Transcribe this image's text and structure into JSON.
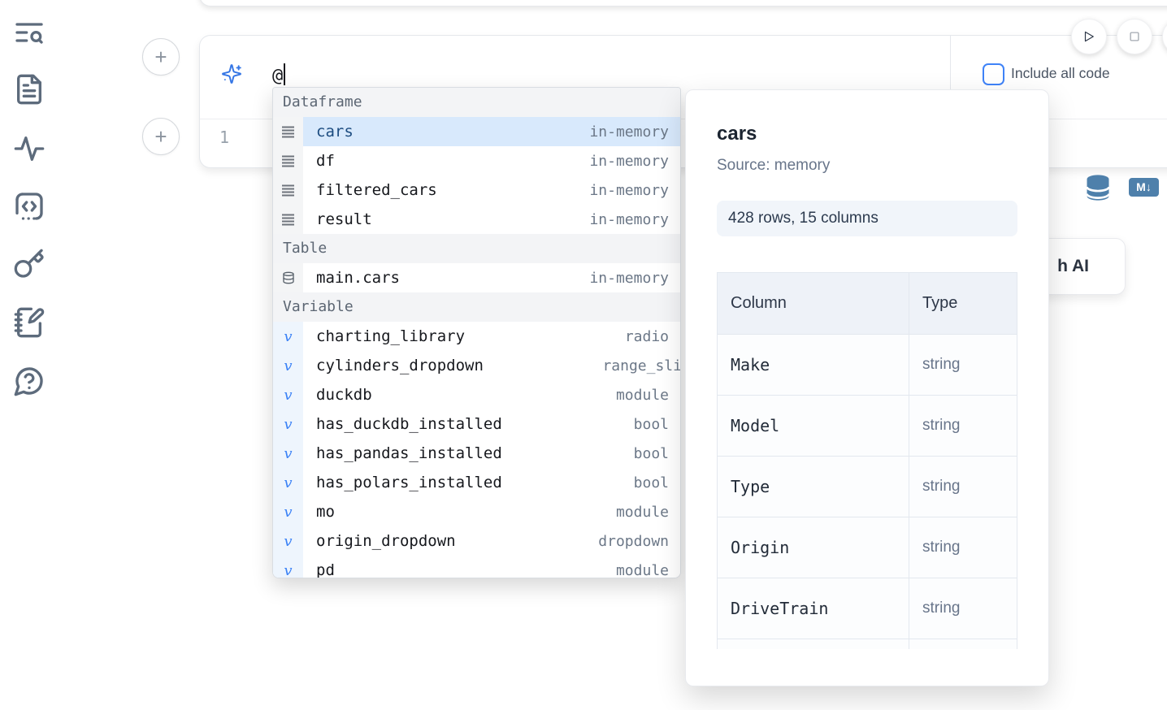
{
  "colors": {
    "accent_blue": "#3b82f6",
    "steel_blue": "#4e80ab",
    "selection_blue": "#d8e9fc",
    "sidebar_icon": "#5d6b7c"
  },
  "sidebar": {
    "items": [
      {
        "icon": "text-search-icon"
      },
      {
        "icon": "file-document-icon"
      },
      {
        "icon": "activity-icon"
      },
      {
        "icon": "code-snippet-icon"
      },
      {
        "icon": "key-icon"
      },
      {
        "icon": "notebook-pen-icon"
      },
      {
        "icon": "help-chat-icon"
      }
    ]
  },
  "add_buttons": {
    "label": "+"
  },
  "prompt_cell": {
    "prompt_value": "@",
    "include_all_code_label": "Include all code",
    "include_all_code_checked": false,
    "line_number": "1",
    "markdown_badge": "M↓"
  },
  "completion_menu": {
    "sections": [
      {
        "header": "Dataframe",
        "icon": "dataframe-rows-icon",
        "kind": "df",
        "items": [
          {
            "label": "cars",
            "detail": "in-memory",
            "selected": true
          },
          {
            "label": "df",
            "detail": "in-memory"
          },
          {
            "label": "filtered_cars",
            "detail": "in-memory"
          },
          {
            "label": "result",
            "detail": "in-memory"
          }
        ]
      },
      {
        "header": "Table",
        "icon": "database-icon",
        "kind": "tbl",
        "items": [
          {
            "label": "main.cars",
            "detail": "in-memory"
          }
        ]
      },
      {
        "header": "Variable",
        "icon": "variable-v-icon",
        "kind": "var",
        "items": [
          {
            "label": "charting_library",
            "detail": "radio"
          },
          {
            "label": "cylinders_dropdown",
            "detail": "range_sli",
            "clipped": true
          },
          {
            "label": "duckdb",
            "detail": "module"
          },
          {
            "label": "has_duckdb_installed",
            "detail": "bool"
          },
          {
            "label": "has_pandas_installed",
            "detail": "bool"
          },
          {
            "label": "has_polars_installed",
            "detail": "bool"
          },
          {
            "label": "mo",
            "detail": "module"
          },
          {
            "label": "origin_dropdown",
            "detail": "dropdown"
          },
          {
            "label": "pd",
            "detail": "module",
            "partial": true
          }
        ]
      }
    ]
  },
  "preview_panel": {
    "title": "cars",
    "source": "Source: memory",
    "shape_badge": "428 rows, 15 columns",
    "table": {
      "headers": [
        "Column",
        "Type"
      ],
      "rows": [
        {
          "column": "Make",
          "type": "string"
        },
        {
          "column": "Model",
          "type": "string"
        },
        {
          "column": "Type",
          "type": "string"
        },
        {
          "column": "Origin",
          "type": "string"
        },
        {
          "column": "DriveTrain",
          "type": "string"
        }
      ]
    }
  },
  "ai_button": {
    "label_fragment": "h AI"
  }
}
